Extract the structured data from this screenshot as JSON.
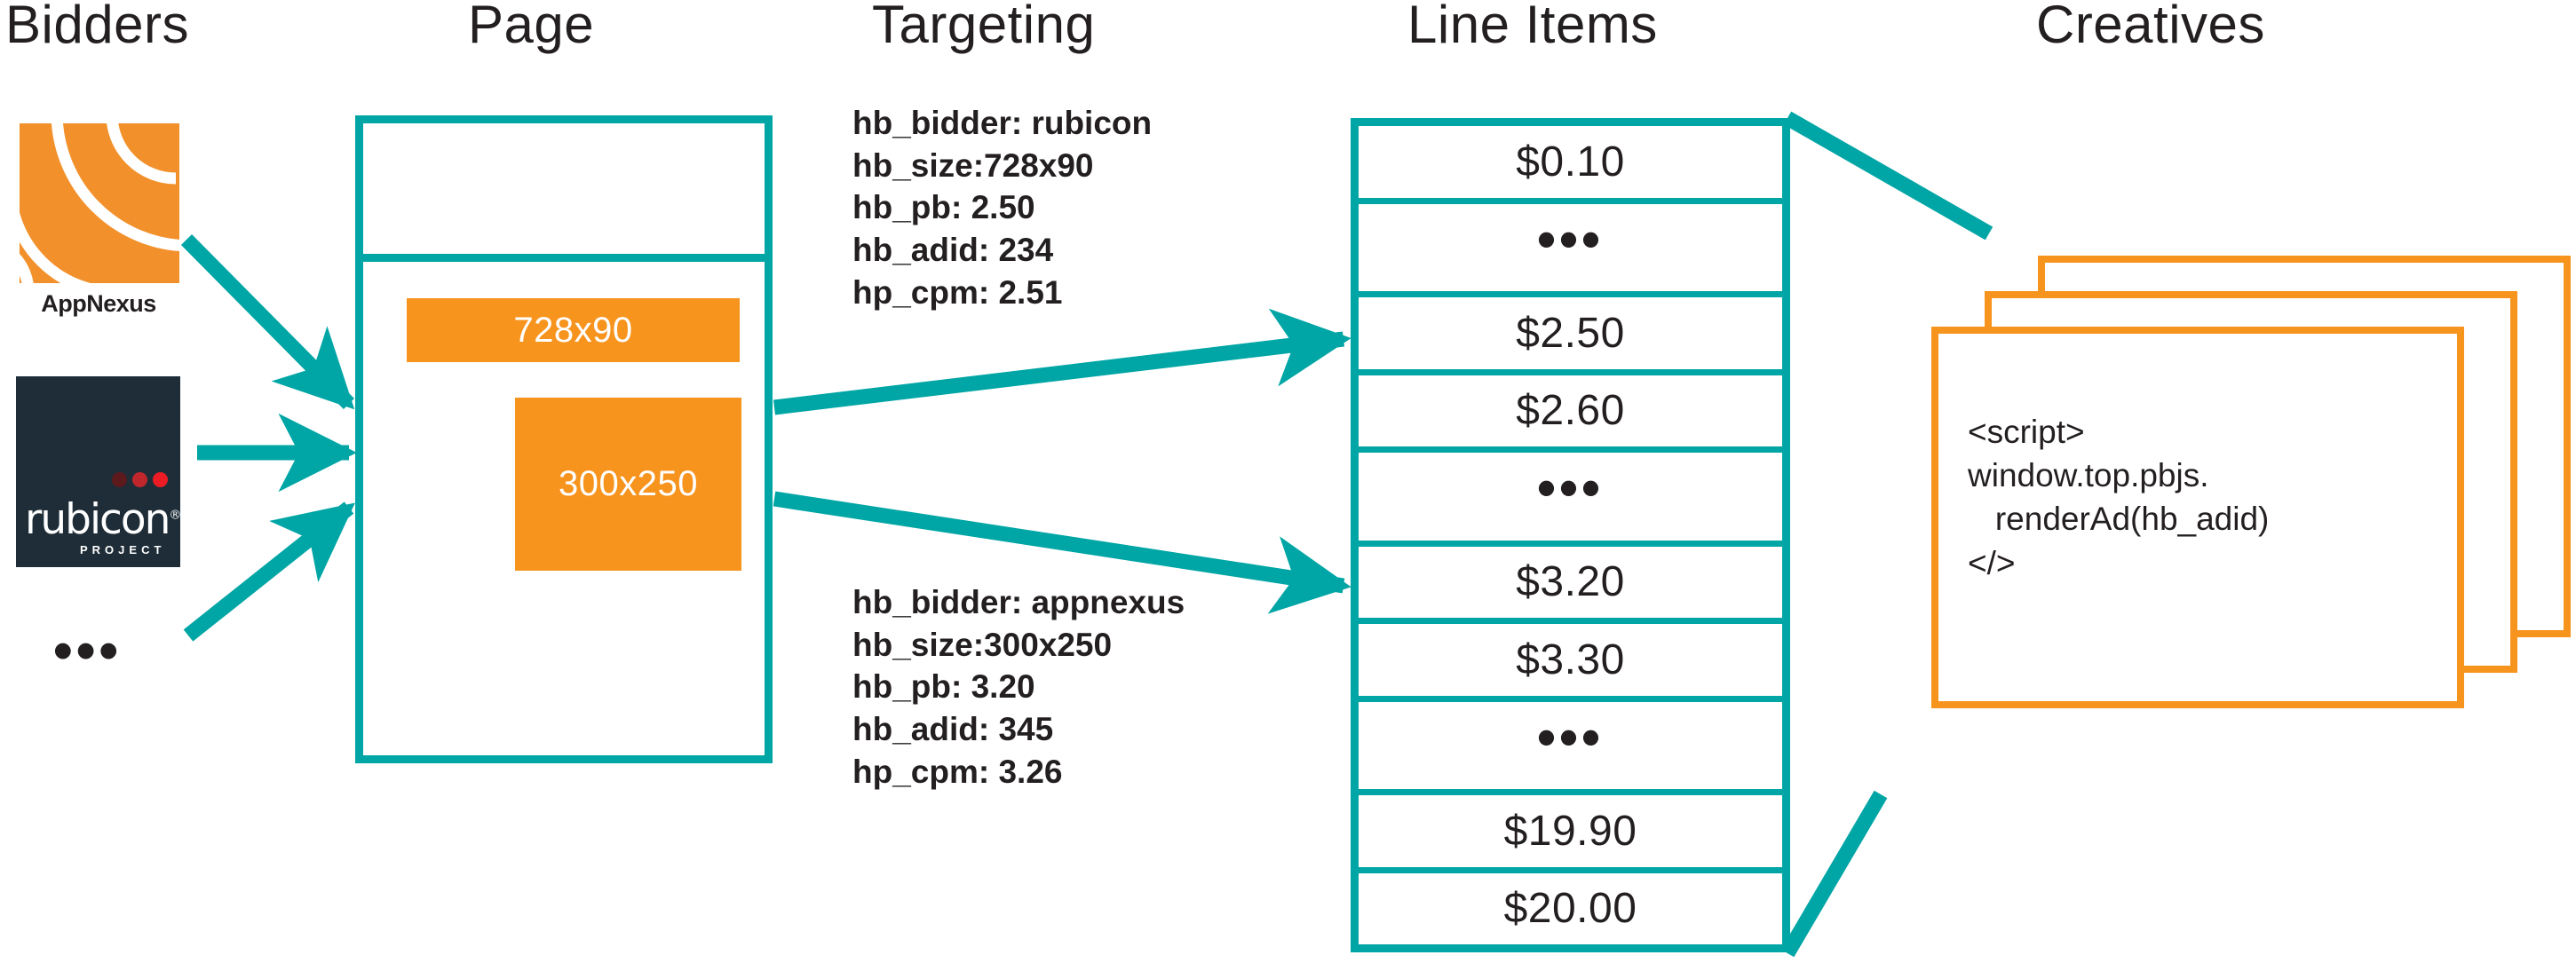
{
  "columns": [
    {
      "id": "bidders",
      "label": "Bidders"
    },
    {
      "id": "page",
      "label": "Page"
    },
    {
      "id": "targeting",
      "label": "Targeting"
    },
    {
      "id": "lineitems",
      "label": "Line Items"
    },
    {
      "id": "creatives",
      "label": "Creatives"
    }
  ],
  "colors": {
    "teal": "#00a5a5",
    "orange": "#f7941e",
    "appnexus_orange": "#f2912c",
    "rubicon_navy": "#1e2d38",
    "ink": "#231f20",
    "rubicon_dot_1": "#5d1a1c",
    "rubicon_dot_2": "#c0272d",
    "rubicon_dot_3": "#ed1c24"
  },
  "bidders": {
    "appnexus": {
      "name": "AppNexus",
      "wordmark": "AppNexus"
    },
    "rubicon": {
      "name": "rubicon",
      "wordmark": "rubicon",
      "registered": "®",
      "tagline": "PROJECT"
    },
    "more": "•••"
  },
  "page": {
    "ad_slots": [
      {
        "id": "banner",
        "label": "728x90"
      },
      {
        "id": "mrec",
        "label": "300x250"
      }
    ]
  },
  "targeting": {
    "blocks": [
      {
        "id": "rubicon-targeting",
        "lines": [
          "hb_bidder: rubicon",
          "hb_size:728x90",
          "hb_pb: 2.50",
          "hb_adid: 234",
          "hp_cpm: 2.51"
        ]
      },
      {
        "id": "appnexus-targeting",
        "lines": [
          "hb_bidder: appnexus",
          "hb_size:300x250",
          "hb_pb: 3.20",
          "hb_adid: 345",
          "hp_cpm: 3.26"
        ]
      }
    ]
  },
  "line_items": {
    "rows": [
      {
        "value": "$0.10",
        "kind": "price"
      },
      {
        "value": "•••",
        "kind": "ellipsis"
      },
      {
        "value": "$2.50",
        "kind": "price"
      },
      {
        "value": "$2.60",
        "kind": "price"
      },
      {
        "value": "•••",
        "kind": "ellipsis"
      },
      {
        "value": "$3.20",
        "kind": "price"
      },
      {
        "value": "$3.30",
        "kind": "price"
      },
      {
        "value": "•••",
        "kind": "ellipsis"
      },
      {
        "value": "$19.90",
        "kind": "price"
      },
      {
        "value": "$20.00",
        "kind": "price"
      }
    ]
  },
  "creatives": {
    "card_count": 3,
    "code_lines": [
      "<script>",
      "window.top.pbjs.",
      "   renderAd(hb_adid)",
      "</>"
    ],
    "code_text": "<script>\nwindow.top.pbjs.\n   renderAd(hb_adid)\n</>"
  }
}
